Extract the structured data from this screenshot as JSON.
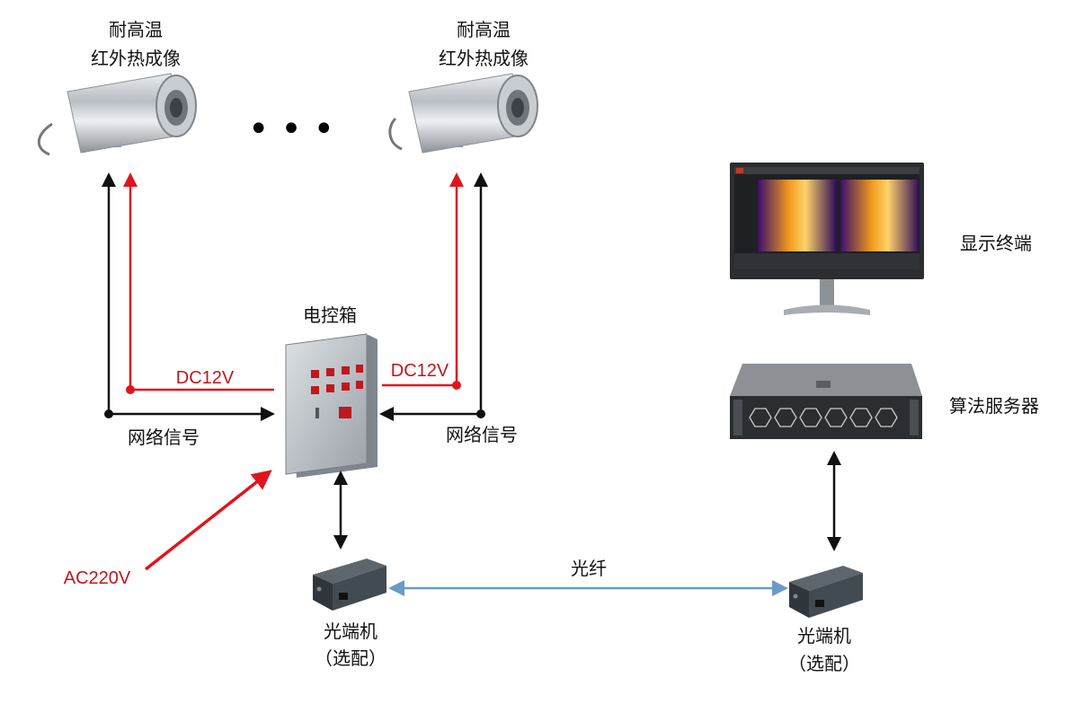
{
  "colors": {
    "network": "#111111",
    "power": "#e0151c",
    "fiber": "#6b9ac9",
    "power_label": "#c0161c"
  },
  "cameras": [
    {
      "line1": "耐高温",
      "line2": "红外热成像"
    },
    {
      "line1": "耐高温",
      "line2": "红外热成像"
    }
  ],
  "ellipsis": "• • •",
  "control_box": {
    "label": "电控箱"
  },
  "links": {
    "dc_left": "DC12V",
    "dc_right": "DC12V",
    "net_left": "网络信号",
    "net_right": "网络信号",
    "ac": "AC220V",
    "fiber": "光纤"
  },
  "display": {
    "label": "显示终端"
  },
  "server": {
    "label": "算法服务器"
  },
  "converters": [
    {
      "line1": "光端机",
      "line2": "（选配）"
    },
    {
      "line1": "光端机",
      "line2": "（选配）"
    }
  ]
}
